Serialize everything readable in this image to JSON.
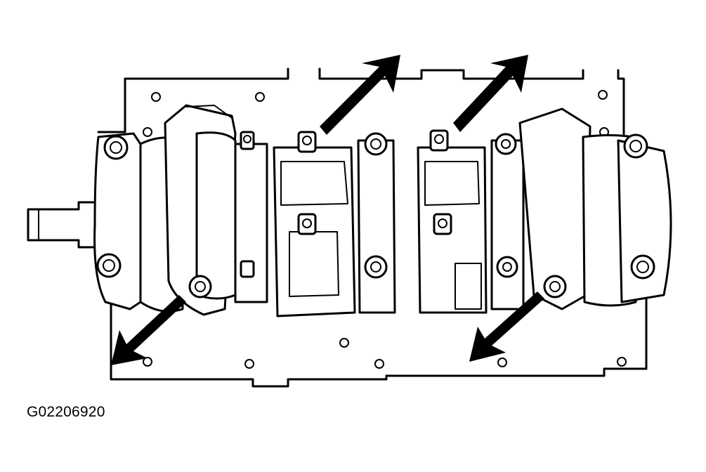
{
  "figure": {
    "code": "G02206920",
    "colors": {
      "line": "#000000",
      "background": "#ffffff"
    },
    "callout_arrows": [
      "arrow-top-center",
      "arrow-top-right",
      "arrow-bottom-left",
      "arrow-bottom-right"
    ]
  }
}
